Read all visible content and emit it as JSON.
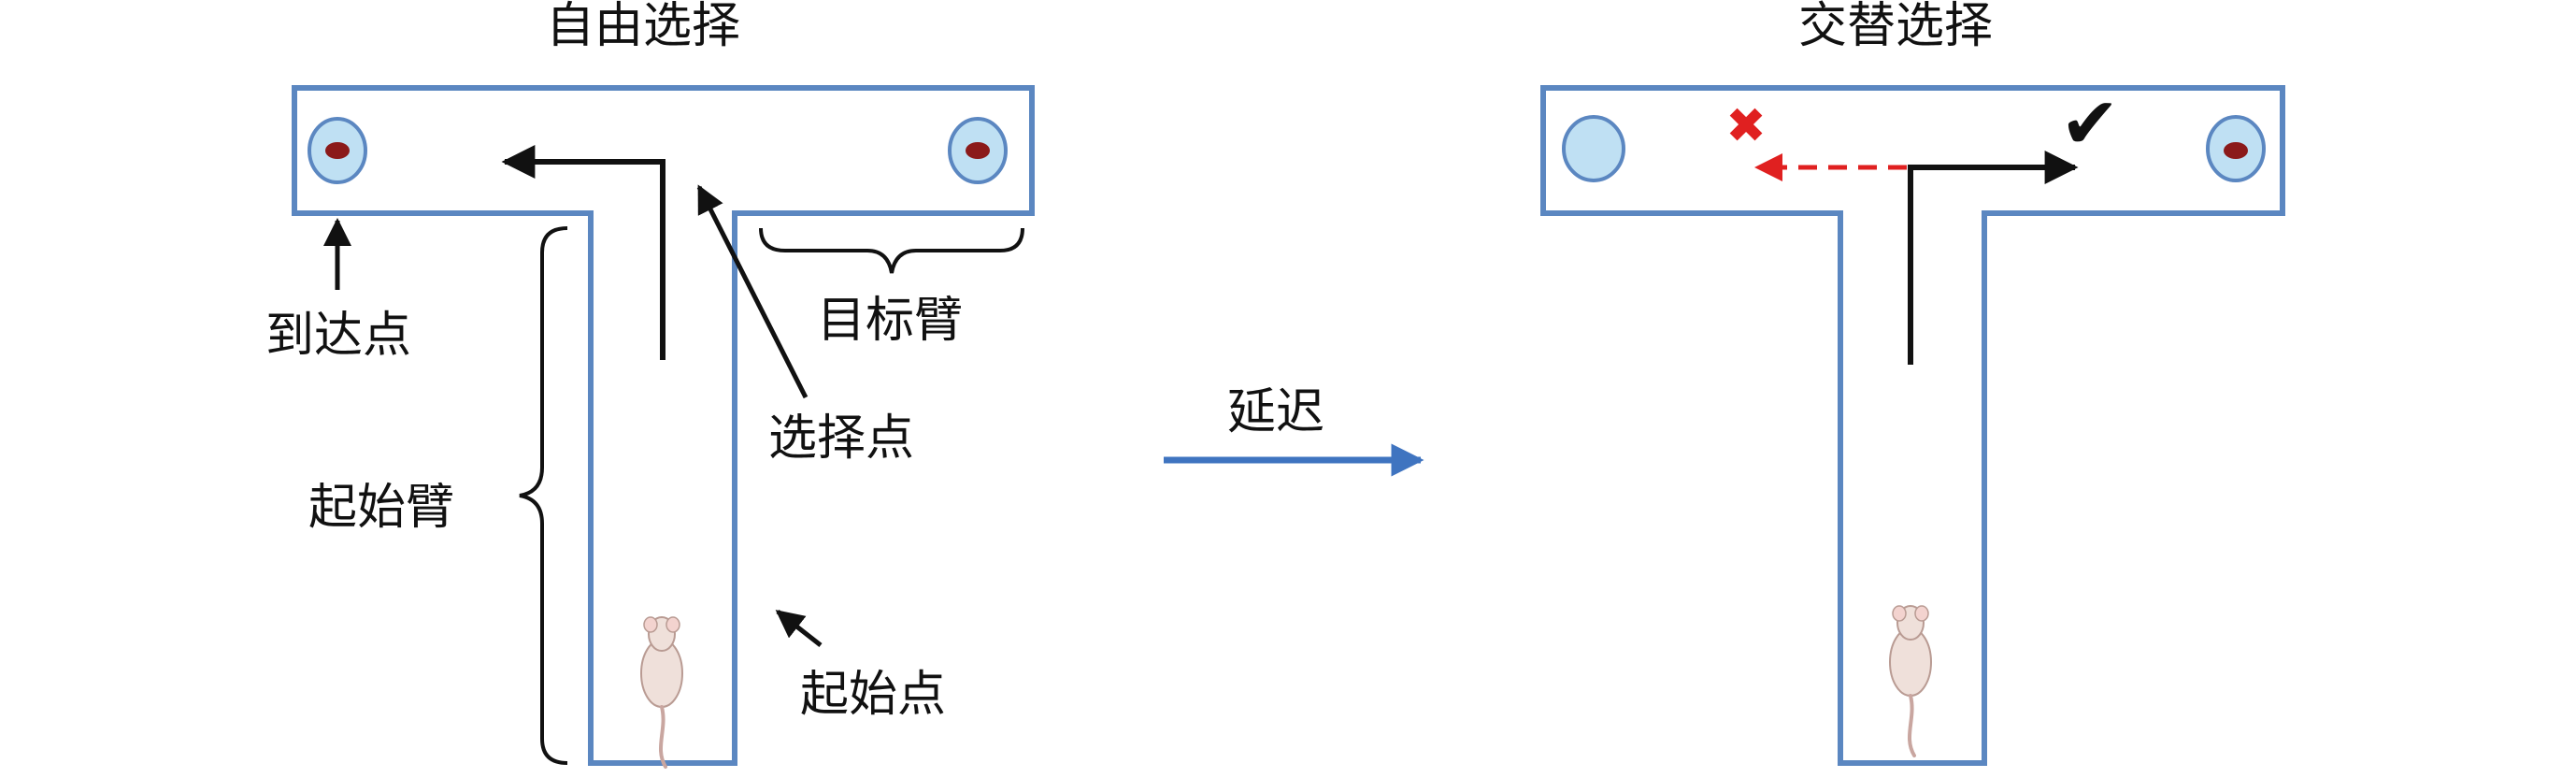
{
  "diagram": {
    "left_panel": {
      "title": "自由选择",
      "label_arrival": "到达点",
      "label_target_arm": "目标臂",
      "label_choice_point": "选择点",
      "label_start_arm": "起始臂",
      "label_start_point": "起始点"
    },
    "transition": {
      "label": "延迟"
    },
    "right_panel": {
      "title": "交替选择",
      "wrong_mark": "✖",
      "correct_mark": "✔"
    },
    "colors": {
      "maze_outline": "#5b87c1",
      "well_fill": "#bfe0f3",
      "well_outline": "#5b87c1",
      "reward_dot": "#8b1a1a",
      "path_arrow": "#111111",
      "wrong_path": "#e02020",
      "delay_arrow": "#3f74c0"
    },
    "icons": [
      "mouse-icon",
      "cross-icon",
      "check-icon"
    ]
  }
}
